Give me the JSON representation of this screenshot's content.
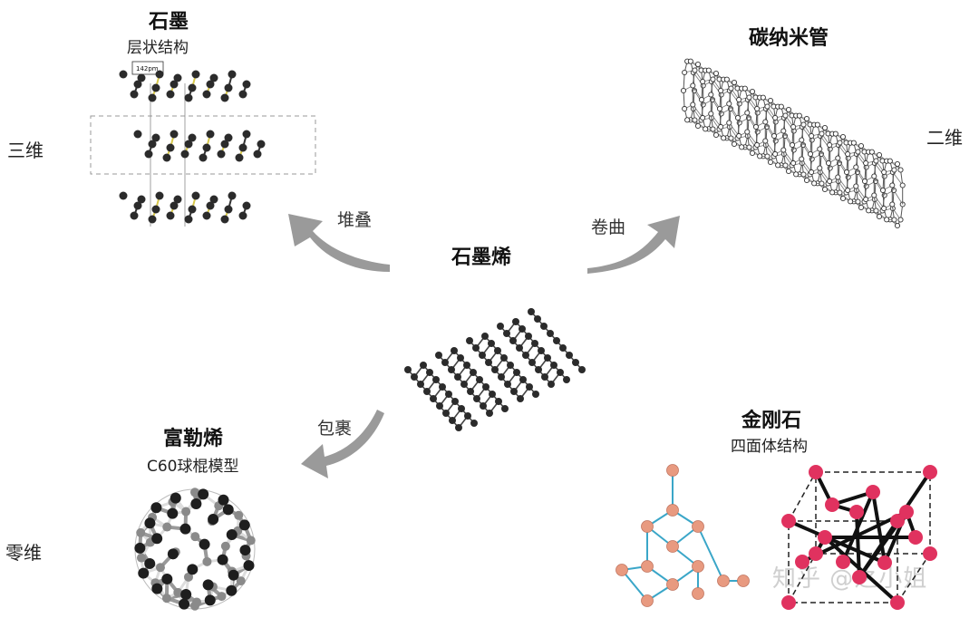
{
  "center": {
    "title": "石墨烯"
  },
  "graphite": {
    "title": "石墨",
    "subtitle": "层状结构",
    "dimension": "三维",
    "scale_label": "142pm"
  },
  "nanotube": {
    "title": "碳纳米管",
    "dimension": "二维"
  },
  "fullerene": {
    "title": "富勒烯",
    "subtitle": "C60球棍模型",
    "dimension": "零维"
  },
  "diamond": {
    "title": "金刚石",
    "subtitle": "四面体结构"
  },
  "transforms": {
    "stack": "堆叠",
    "roll": "卷曲",
    "wrap": "包裹"
  },
  "watermark": "知乎 @之小姐",
  "colors": {
    "arrow": "#9a9a9a",
    "carbon": "#2b2b2b",
    "bond_yellow": "#d8c84a",
    "diamond_pink": "#e0325f",
    "diamond_salmon": "#e89a80",
    "bond_cyan": "#3aa6c8"
  }
}
